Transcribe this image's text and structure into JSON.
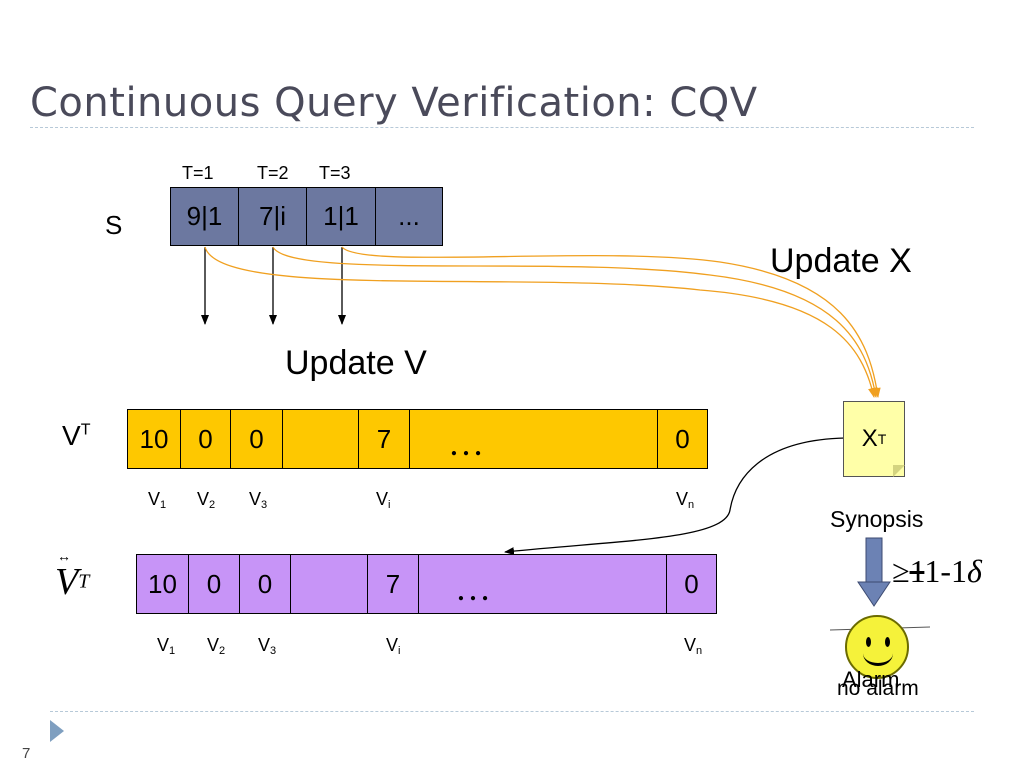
{
  "title": "Continuous Query Verification: CQV",
  "slide_number": "7",
  "stream": {
    "label": "S",
    "time_labels": [
      "T=1",
      "T=2",
      "T=3"
    ],
    "cells": [
      "9|1",
      "7|i",
      "1|1",
      "..."
    ]
  },
  "labels": {
    "update_v": "Update V",
    "update_x": "Update X",
    "vt_base": "V",
    "vt_sup": "T",
    "vvec_base": "V",
    "vvec_sup": "T",
    "synopsis": "Synopsis",
    "alarm": "Alarm",
    "no_alarm": "no alarm"
  },
  "vector_v": {
    "cells": [
      "10",
      "0",
      "0",
      "",
      "7",
      "",
      "0"
    ],
    "ellipsis": "…"
  },
  "vector_vv": {
    "cells": [
      "10",
      "0",
      "0",
      "",
      "7",
      "",
      "0"
    ],
    "ellipsis": "…"
  },
  "indices": {
    "base": "V",
    "subs": [
      "1",
      "2",
      "3",
      "i",
      "n"
    ]
  },
  "synopsis_box": {
    "base": "X",
    "sup": "T"
  },
  "condition": {
    "symbol": "≥",
    "struck": "1",
    "rest": "1-1",
    "delta": "δ"
  },
  "colors": {
    "stream_cell": "#6c78a0",
    "v_cell": "#fec800",
    "vv_cell": "#c794f7",
    "synopsis_box": "#ffffa8",
    "update_curve": "#f0a020",
    "down_arrow": "#6c82b4",
    "smiley": "#f5f23a"
  }
}
